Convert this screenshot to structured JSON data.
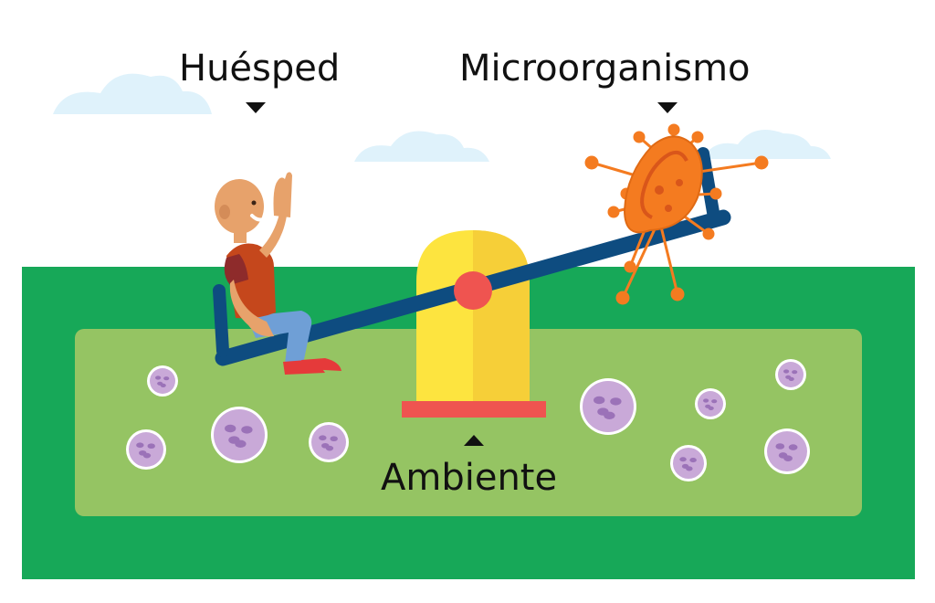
{
  "labels": {
    "host": "Huésped",
    "microorganism": "Microorganismo",
    "environment": "Ambiente"
  },
  "colors": {
    "grass_dark": "#17a858",
    "grass_light": "#95c463",
    "sky_cloud": "#dff2fb",
    "seesaw_beam": "#0e4c80",
    "base_yellow": "#fde43f",
    "base_yellow_shade": "#f6cf38",
    "base_red": "#ef5450",
    "pivot": "#ef5450",
    "microbe_orange": "#f47b20",
    "microbe_inner": "#d9561a",
    "cell_purple": "#c9a9d8"
  },
  "icons": [
    "person-icon",
    "microorganism-icon",
    "blood-cell-icon",
    "cloud-icon"
  ]
}
